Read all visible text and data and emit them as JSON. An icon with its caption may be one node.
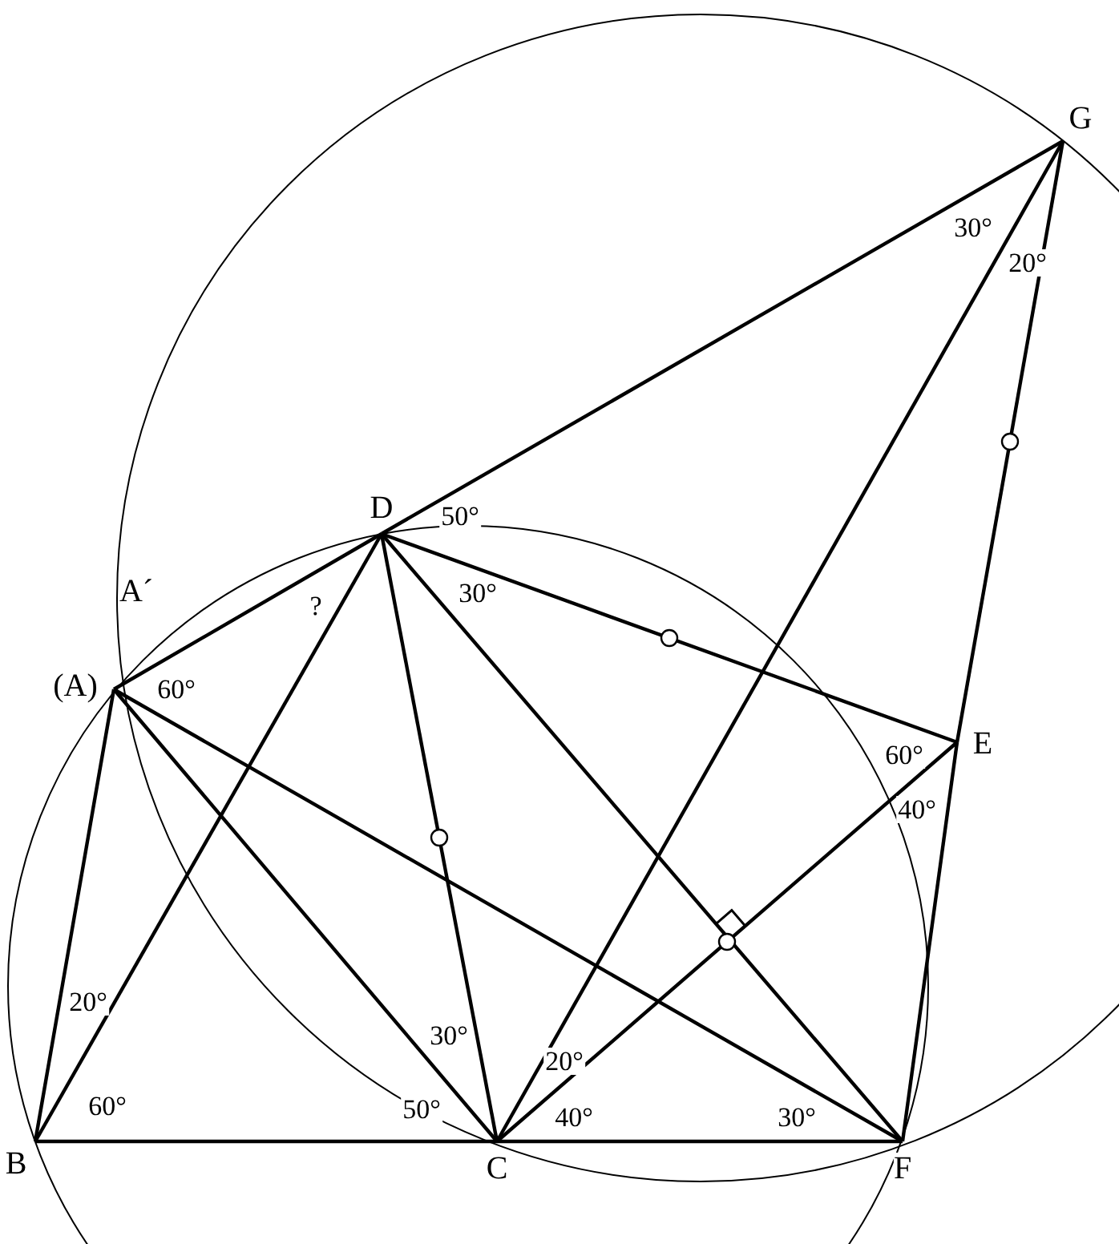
{
  "diagram": {
    "nodes": [
      {
        "text": [
          "G"
        ]
      },
      {
        "text": [
          "D"
        ]
      },
      {
        "text": [
          "A´",
          "(A)"
        ]
      },
      {
        "text": [
          "E"
        ]
      },
      {
        "text": [
          "B"
        ]
      },
      {
        "text": [
          "C"
        ]
      },
      {
        "text": [
          "F"
        ]
      }
    ],
    "edges": [
      {
        "from": 1,
        "to": 0,
        "arrow": "none"
      },
      {
        "from": 0,
        "to": 5,
        "arrow": "none"
      },
      {
        "from": 0,
        "to": 3,
        "arrow": "none"
      },
      {
        "from": 3,
        "to": 6,
        "arrow": "none"
      },
      {
        "from": 1,
        "to": 3,
        "arrow": "none"
      },
      {
        "from": 1,
        "to": 2,
        "arrow": "none"
      },
      {
        "from": 1,
        "to": 4,
        "arrow": "none"
      },
      {
        "from": 1,
        "to": 5,
        "arrow": "none"
      },
      {
        "from": 1,
        "to": 6,
        "arrow": "none"
      },
      {
        "from": 2,
        "to": 4,
        "arrow": "none"
      },
      {
        "from": 2,
        "to": 5,
        "arrow": "none"
      },
      {
        "from": 2,
        "to": 6,
        "arrow": "none"
      },
      {
        "from": 3,
        "to": 5,
        "arrow": "none"
      },
      {
        "from": 4,
        "to": 5,
        "arrow": "none"
      },
      {
        "from": 5,
        "to": 6,
        "arrow": "none"
      }
    ],
    "labels": [
      "30°",
      "20°",
      "50°",
      "30°",
      "?",
      "60°",
      "60°",
      "40°",
      "20°",
      "30°",
      "20°",
      "60°",
      "50°",
      "40°",
      "30°"
    ]
  }
}
